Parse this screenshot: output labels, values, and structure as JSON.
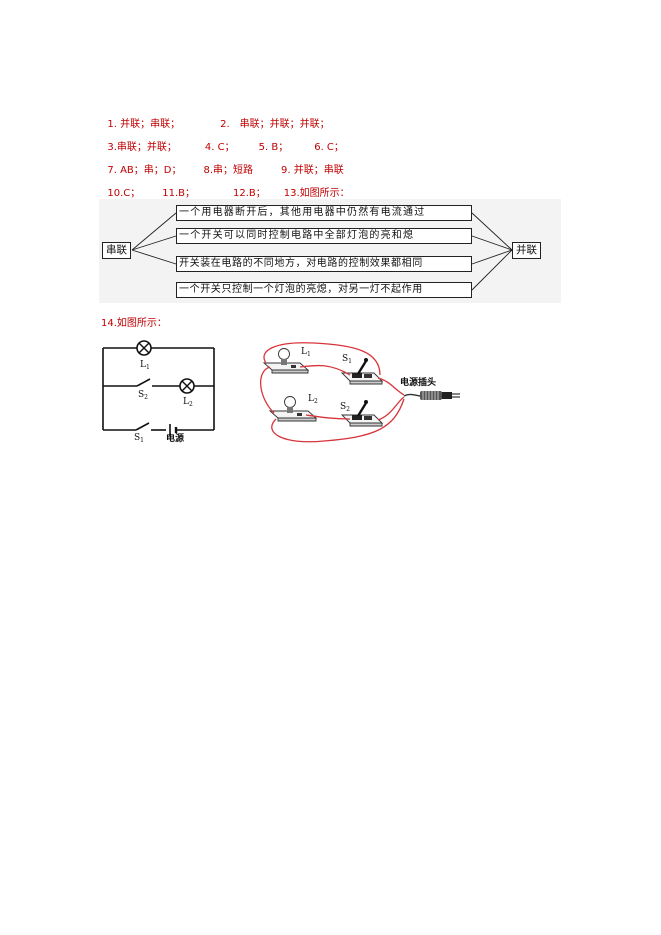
{
  "answers": {
    "line1": [
      "1. 并联；串联；",
      "2.　串联；并联；并联；"
    ],
    "line2": [
      "3.串联；并联；",
      "4. C；",
      "5. B；",
      "6. C；"
    ],
    "line3": [
      "7. AB；串；D；",
      "8.串；短路",
      "9. 并联；串联"
    ],
    "line4": [
      "10.C；",
      "11.B；",
      "12.B；",
      "13.如图所示："
    ]
  },
  "matching": {
    "left_label": "串联",
    "right_label": "并联",
    "statements": [
      "一个用电器断开后，其他用电器中仍然有电流通过",
      "一个开关可以同时控制电路中全部灯泡的亮和熄",
      "开关装在电路的不同地方，对电路的控制效果都相同",
      "一个开关只控制一个灯泡的亮熄，对另一灯不起作用"
    ]
  },
  "q14": {
    "label": "14.如图所示："
  },
  "circuit": {
    "lamp1": "L",
    "lamp1_sub": "1",
    "lamp2": "L",
    "lamp2_sub": "2",
    "switch2": "S",
    "switch2_sub": "2",
    "switch1": "S",
    "switch1_sub": "1",
    "source": "电源"
  },
  "photo": {
    "lamp1": "L",
    "lamp1_sub": "1",
    "lamp2": "L",
    "lamp2_sub": "2",
    "switch1": "S",
    "switch1_sub": "1",
    "switch2": "S",
    "switch2_sub": "2",
    "plug": "电源插头",
    "wire_color": "#d8343c"
  }
}
